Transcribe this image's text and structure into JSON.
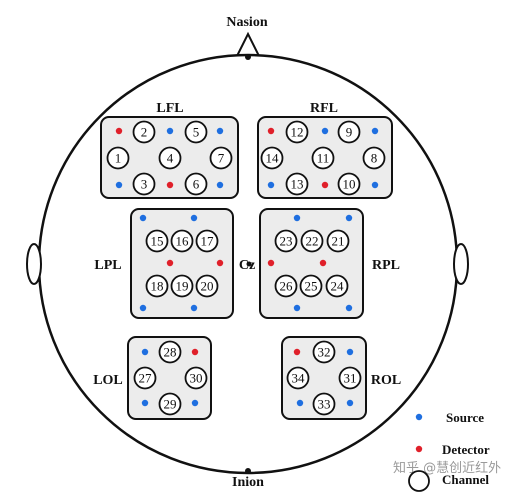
{
  "landmarks": {
    "top": "Nasion",
    "bottom": "Inion",
    "center": "Cz"
  },
  "regions": [
    {
      "id": "LFL",
      "label": "LFL"
    },
    {
      "id": "RFL",
      "label": "RFL"
    },
    {
      "id": "LPL",
      "label": "LPL"
    },
    {
      "id": "RPL",
      "label": "RPL"
    },
    {
      "id": "LOL",
      "label": "LOL"
    },
    {
      "id": "ROL",
      "label": "ROL"
    }
  ],
  "channels": [
    "1",
    "2",
    "3",
    "4",
    "5",
    "6",
    "7",
    "8",
    "9",
    "10",
    "11",
    "12",
    "13",
    "14",
    "15",
    "16",
    "17",
    "18",
    "19",
    "20",
    "21",
    "22",
    "23",
    "24",
    "25",
    "26",
    "27",
    "28",
    "29",
    "30",
    "31",
    "32",
    "33",
    "34"
  ],
  "legend": {
    "source": "Source",
    "detector": "Detector",
    "channel": "Channel"
  },
  "colors": {
    "source": "#1f6fe0",
    "detector": "#e0202a",
    "outline": "#111111",
    "box_fill": "#ececec"
  },
  "watermark": "知乎 @慧创近红外"
}
